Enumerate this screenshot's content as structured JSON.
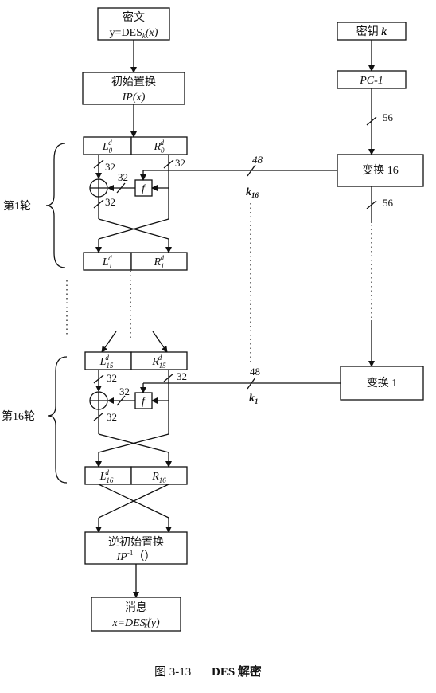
{
  "ciphertext": {
    "line1": "密文",
    "line2": "y=DES",
    "sub": "k",
    "tail": "(x)"
  },
  "ip": {
    "line1": "初始置换",
    "line2": "IP(x)"
  },
  "key": {
    "label": "密钥 ",
    "var": "k"
  },
  "pc1": {
    "label": "PC-1"
  },
  "transform16": {
    "label": "变换 16"
  },
  "transform1": {
    "label": "变换 1"
  },
  "bits": {
    "b56": "56",
    "b48": "48",
    "b32": "32"
  },
  "round1": {
    "label": "第1轮",
    "L_in": "L",
    "L_in_sub": "0",
    "R_in": "R",
    "R_in_sub": "0",
    "L_out": "L",
    "L_out_sub": "1",
    "R_out": "R",
    "R_out_sub": "1",
    "key": "k",
    "key_sub": "16"
  },
  "round16": {
    "label": "第16轮",
    "L_in": "L",
    "L_in_sub": "15",
    "R_in": "R",
    "R_in_sub": "15",
    "L_out": "L",
    "L_out_sub": "16",
    "R_out": "R",
    "R_out_sub": "16",
    "key": "k",
    "key_sub": "1"
  },
  "superscript_d": "d",
  "f_label": "f",
  "inverse_ip": {
    "line1": "逆初始置换",
    "line2": "IP",
    "sup": "-1",
    "tail": "（）"
  },
  "message": {
    "line1": "消息",
    "line2": "x=DES",
    "sub": "k",
    "sup": "-1",
    "tail": "(y)"
  },
  "caption": {
    "figure": "图 3-13",
    "title": "DES 解密"
  }
}
